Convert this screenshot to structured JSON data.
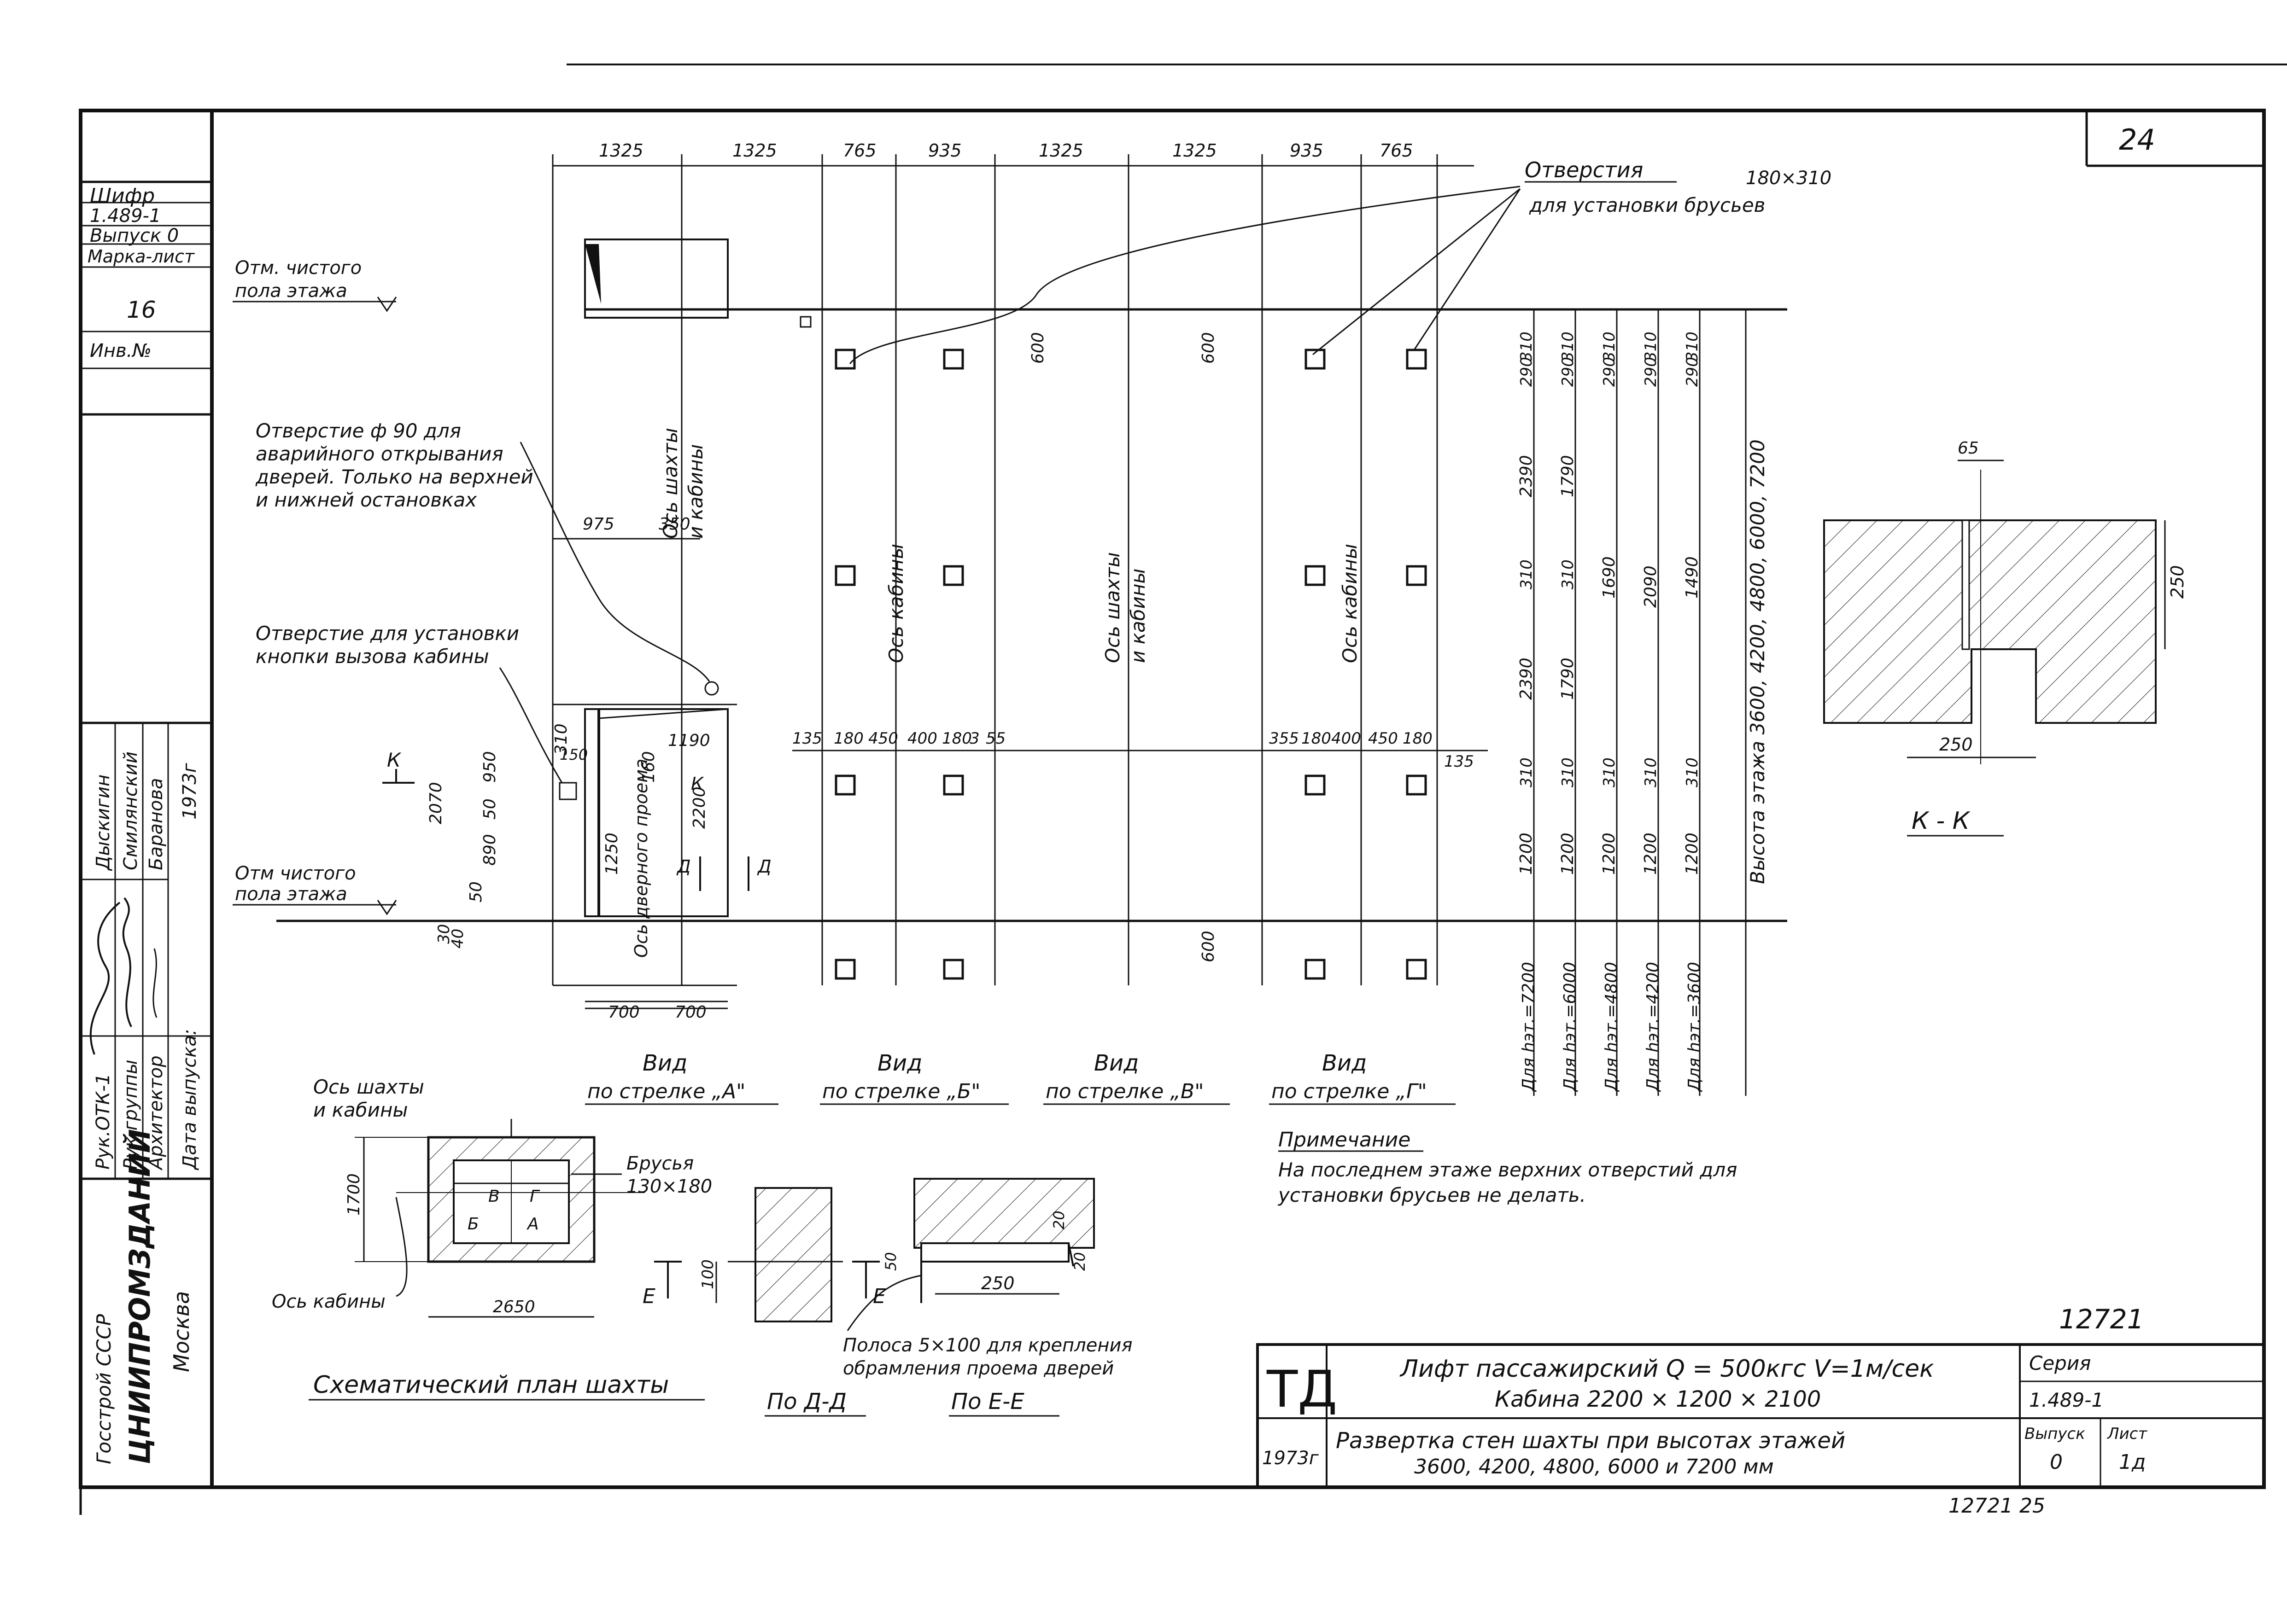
{
  "page_number": "24",
  "side_stamp": {
    "cipher_label": "Шифр",
    "cipher_value": "1.489-1",
    "issue": "Выпуск 0",
    "mark_sheet_label": "Марка-лист",
    "mark_sheet_value": "16",
    "inv_label": "Инв.№",
    "org_1": "Госстрой СССР",
    "org_2": "ЦНИИПРОМЗДАНИЙ",
    "org_city": "Москва",
    "signers": [
      {
        "role": "Рук.ОТК-1",
        "name": "Дыскигин"
      },
      {
        "role": "Рук.группы",
        "name": "Смилянский"
      },
      {
        "role": "Архитектор",
        "name": "Баранова"
      }
    ],
    "date_label": "Дата выпуска:",
    "year": "1973г"
  },
  "labels": {
    "holes_title": "Отверстия",
    "holes_size": "180×310",
    "holes_purpose": "для установки брусьев",
    "floor_mark_1": "Отм. чистого",
    "floor_mark_2": "пола этажа",
    "floor_mark_b1": "Отм чистого",
    "floor_mark_b2": "пола этажа",
    "hole90_1": "Отверстие ф 90 для",
    "hole90_2": "аварийного открывания",
    "hole90_3": "дверей. Только на верхней",
    "hole90_4": "и нижней остановках",
    "button_1": "Отверстие для установки",
    "button_2": "кнопки вызова кабины",
    "axis_shaft_1": "Ось шахты",
    "axis_shaft_2": "и кабины",
    "axis_cabin": "Ось кабины",
    "door_axis": "Ось дверного проема",
    "floor_height": "Высота этажа 3600, 4200, 4800, 6000, 7200",
    "heights": [
      "Для hэт.=7200",
      "Для hэт.=6000",
      "Для hэт.=4800",
      "Для hэт.=4200",
      "Для hэт.=3600"
    ],
    "view_word": "Вид",
    "views": [
      "по стрелке „А\"",
      "по стрелке „Б\"",
      "по стрелке „В\"",
      "по стрелке „Г\""
    ],
    "note_title": "Примечание",
    "note_1": "На последнем этаже верхних отверстий для",
    "note_2": "установки брусьев не делать.",
    "beams_1": "Брусья",
    "beams_2": "130×180",
    "plan_title": "Схематический план шахты",
    "strip_1": "Полоса 5×100 для крепления",
    "strip_2": "обрамления проема дверей",
    "section_dd": "По Д-Д",
    "section_ee": "По Е-Е",
    "section_kk": "К - К",
    "letters": [
      "А",
      "Б",
      "В",
      "Г",
      "Д",
      "Е",
      "К"
    ]
  },
  "dimensions": {
    "top": [
      "1325",
      "1325",
      "765",
      "935",
      "1325",
      "1325",
      "935",
      "765"
    ],
    "d600": "600",
    "d975": "975",
    "d350": "350",
    "row_left": [
      "135",
      "180",
      "450",
      "400",
      "180",
      "3",
      "55"
    ],
    "row_right": [
      "355",
      "180",
      "400",
      "450",
      "180",
      "135"
    ],
    "col1": [
      "310",
      "290",
      "2390",
      "310",
      "2390",
      "310",
      "1200"
    ],
    "col2": [
      "310",
      "290",
      "1790",
      "310",
      "1790",
      "310",
      "1200"
    ],
    "col3": [
      "310",
      "290",
      "1690",
      "310",
      "1200"
    ],
    "col4": [
      "310",
      "290",
      "2090",
      "310",
      "1200"
    ],
    "col5": [
      "310",
      "290",
      "1490",
      "310",
      "1200"
    ],
    "door": [
      "150",
      "310",
      "950",
      "50",
      "890",
      "50",
      "30",
      "40",
      "1250",
      "160",
      "1190",
      "2200",
      "2070",
      "700",
      "700"
    ],
    "kk": [
      "65",
      "250",
      "250"
    ],
    "plan": [
      "1700",
      "2650"
    ],
    "dd": [
      "100"
    ],
    "ee": [
      "50",
      "250",
      "20",
      "20"
    ]
  },
  "title_block": {
    "logo": "ТД",
    "title_1": "Лифт пассажирский  Q = 500кгс V=1м/сек",
    "title_2": "Кабина  2200 × 1200 × 2100",
    "title_3": "Развертка стен шахты при высотах этажей",
    "title_4": "3600, 4200,  4800, 6000 и 7200 мм",
    "year": "1973г",
    "series_label": "Серия",
    "series_value": "1.489-1",
    "issue_label": "Выпуск",
    "issue_value": "0",
    "sheet_label": "Лист",
    "sheet_value": "1д",
    "doc_number": "12721",
    "bottom_number": "12721  25"
  }
}
